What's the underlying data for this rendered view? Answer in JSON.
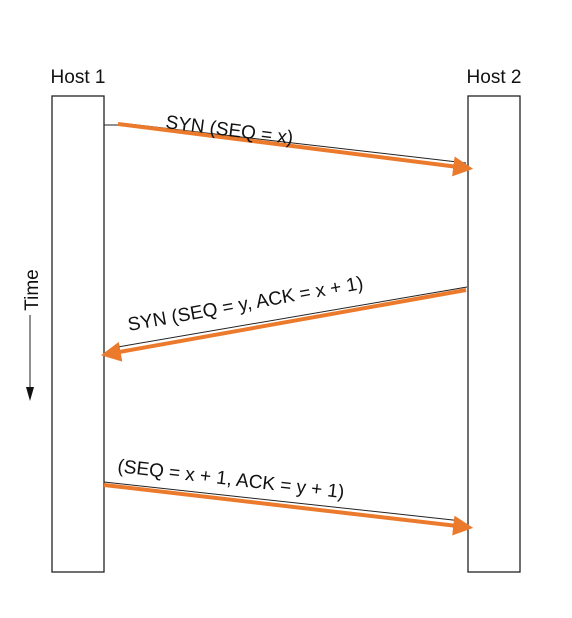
{
  "hosts": {
    "left": "Host 1",
    "right": "Host 2"
  },
  "time_axis": {
    "label": "Time"
  },
  "messages": [
    {
      "label": "SYN (SEQ = x)",
      "direction": "host1-to-host2"
    },
    {
      "label": "SYN (SEQ = y, ACK = x + 1)",
      "direction": "host2-to-host1"
    },
    {
      "label": "(SEQ = x + 1, ACK = y + 1)",
      "direction": "host1-to-host2"
    }
  ],
  "colors": {
    "arrow": "#ec7a2c",
    "box_stroke": "#222222",
    "text": "#111111"
  }
}
